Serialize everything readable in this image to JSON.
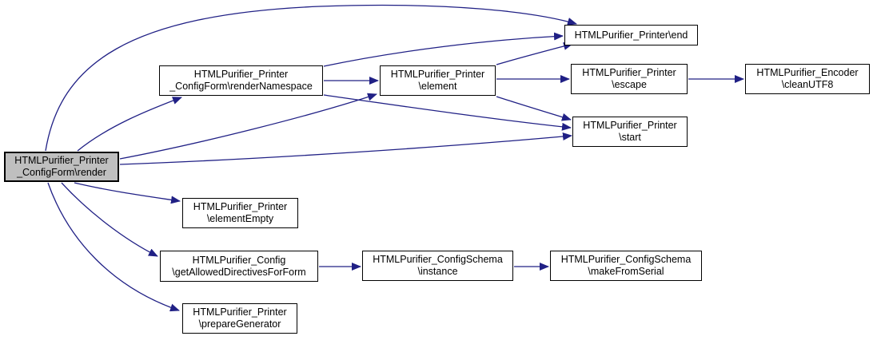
{
  "graph": {
    "type": "call-graph",
    "background": "#ffffff",
    "edge_color": "#202085",
    "node_fill": "#ffffff",
    "node_border_color": "#000000",
    "highlight_fill": "#bfbfbf",
    "nodes": [
      {
        "id": "render",
        "line1": "HTMLPurifier_Printer",
        "line2": "_ConfigForm\\render",
        "highlighted": true
      },
      {
        "id": "renderNamespace",
        "line1": "HTMLPurifier_Printer",
        "line2": "_ConfigForm\\renderNamespace",
        "highlighted": false
      },
      {
        "id": "element",
        "line1": "HTMLPurifier_Printer",
        "line2": "\\element",
        "highlighted": false
      },
      {
        "id": "end",
        "line1": "HTMLPurifier_Printer\\end",
        "highlighted": false
      },
      {
        "id": "escape",
        "line1": "HTMLPurifier_Printer",
        "line2": "\\escape",
        "highlighted": false
      },
      {
        "id": "cleanUTF8",
        "line1": "HTMLPurifier_Encoder",
        "line2": "\\cleanUTF8",
        "highlighted": false
      },
      {
        "id": "start",
        "line1": "HTMLPurifier_Printer",
        "line2": "\\start",
        "highlighted": false
      },
      {
        "id": "elementEmpty",
        "line1": "HTMLPurifier_Printer",
        "line2": "\\elementEmpty",
        "highlighted": false
      },
      {
        "id": "getAllowedDirectivesForForm",
        "line1": "HTMLPurifier_Config",
        "line2": "\\getAllowedDirectivesForForm",
        "highlighted": false
      },
      {
        "id": "instance",
        "line1": "HTMLPurifier_ConfigSchema",
        "line2": "\\instance",
        "highlighted": false
      },
      {
        "id": "makeFromSerial",
        "line1": "HTMLPurifier_ConfigSchema",
        "line2": "\\makeFromSerial",
        "highlighted": false
      },
      {
        "id": "prepareGenerator",
        "line1": "HTMLPurifier_Printer",
        "line2": "\\prepareGenerator",
        "highlighted": false
      }
    ],
    "edges": [
      {
        "from": "render",
        "to": "renderNamespace"
      },
      {
        "from": "render",
        "to": "end"
      },
      {
        "from": "render",
        "to": "element"
      },
      {
        "from": "render",
        "to": "start"
      },
      {
        "from": "render",
        "to": "elementEmpty"
      },
      {
        "from": "render",
        "to": "getAllowedDirectivesForForm"
      },
      {
        "from": "render",
        "to": "prepareGenerator"
      },
      {
        "from": "renderNamespace",
        "to": "element"
      },
      {
        "from": "renderNamespace",
        "to": "end"
      },
      {
        "from": "renderNamespace",
        "to": "start"
      },
      {
        "from": "element",
        "to": "end"
      },
      {
        "from": "element",
        "to": "escape"
      },
      {
        "from": "element",
        "to": "start"
      },
      {
        "from": "escape",
        "to": "cleanUTF8"
      },
      {
        "from": "getAllowedDirectivesForForm",
        "to": "instance"
      },
      {
        "from": "instance",
        "to": "makeFromSerial"
      }
    ]
  }
}
